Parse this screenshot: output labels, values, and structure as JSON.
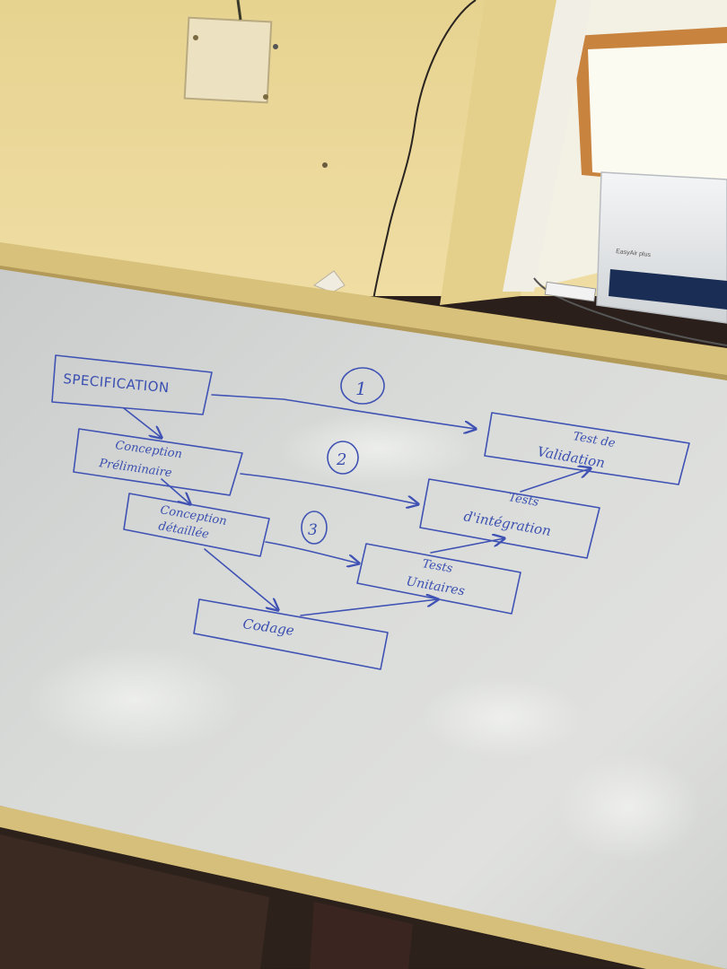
{
  "photo": {
    "subject": "whiteboard-v-model"
  },
  "diagram": {
    "steps": {
      "specification": "SPECIFICATION",
      "conception_preliminaire_line1": "Conception",
      "conception_preliminaire_line2": "Préliminaire",
      "conception_detaillee_line1": "Conception",
      "conception_detaillee_line2": "détaillée",
      "codage": "Codage",
      "tests_unitaires_line1": "Tests",
      "tests_unitaires_line2": "Unitaires",
      "tests_integration_line1": "Tests",
      "tests_integration_line2": "d'intégration",
      "test_validation_line1": "Test de",
      "test_validation_line2": "Validation"
    },
    "markers": {
      "one": "1",
      "two": "2",
      "three": "3"
    },
    "ink_color": "#3f52b4"
  },
  "colors": {
    "wall": "#e8d696",
    "frame": "#d9c27a",
    "board": "#d6d8d6",
    "floor": "#2d211b",
    "ac_unit": "#eceef0",
    "window_light": "#fbfbf2"
  },
  "air_conditioner": {
    "brand_label": "EasyAir plus"
  }
}
